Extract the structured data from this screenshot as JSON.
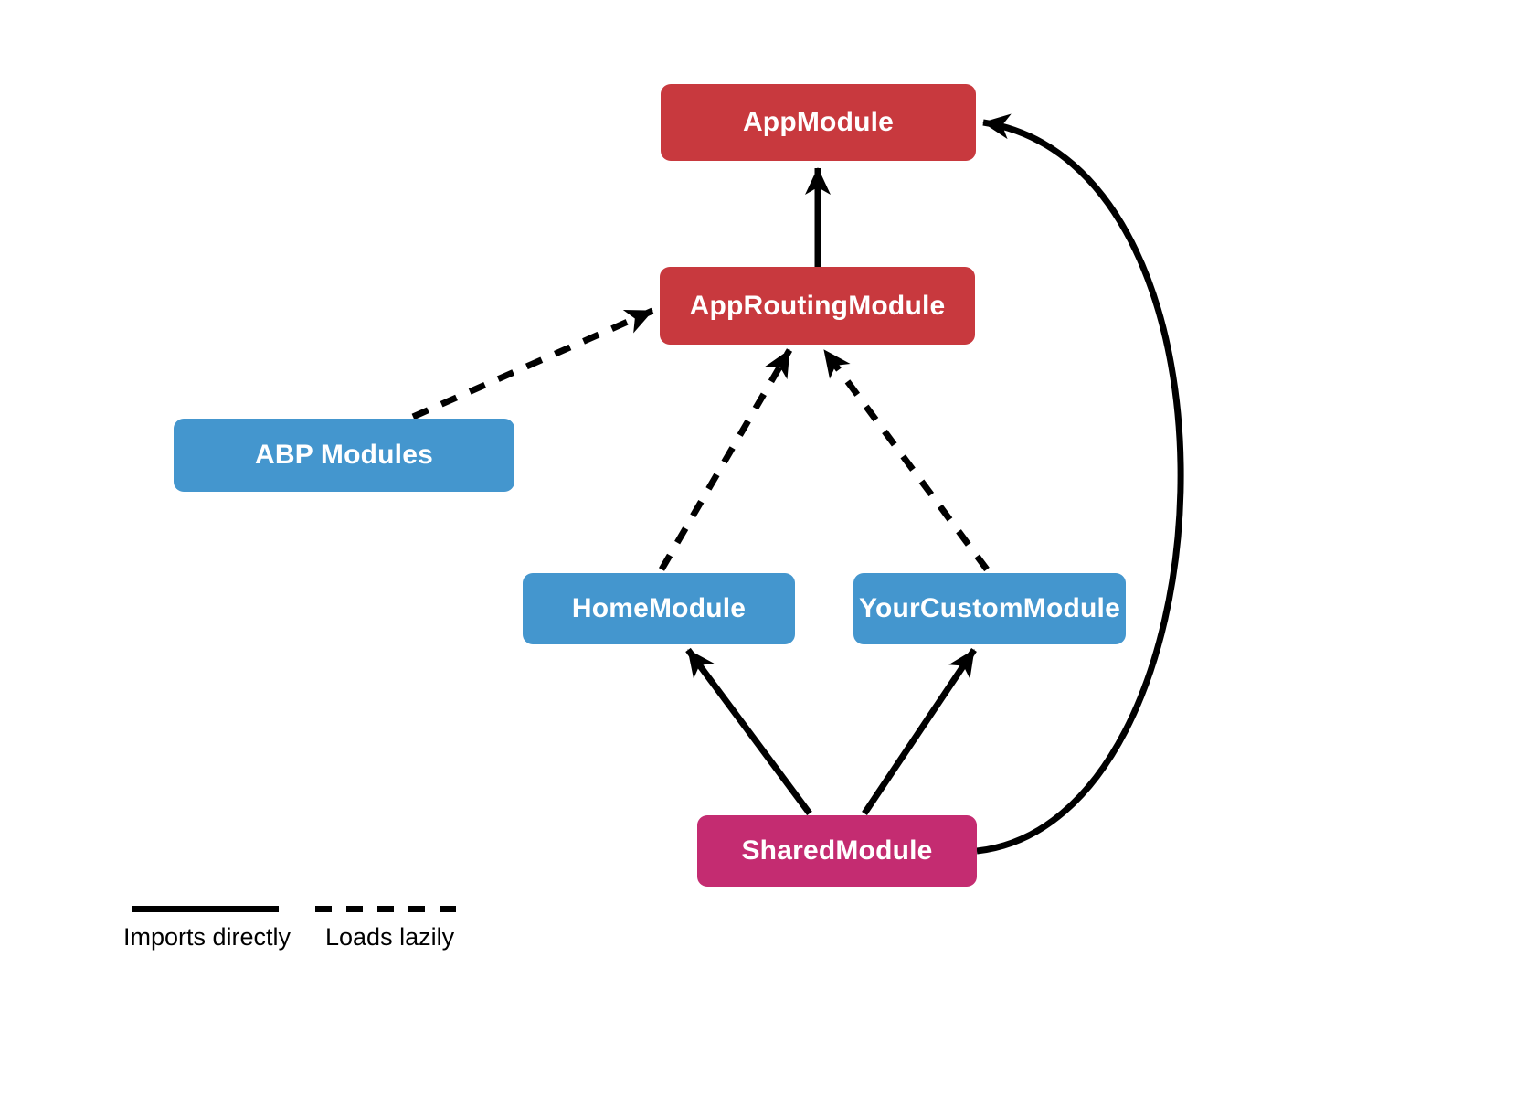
{
  "canvas": {
    "background": "#ffffff"
  },
  "diagram": {
    "edge_color": "#000000",
    "nodes": [
      {
        "id": "app-module",
        "label": "AppModule",
        "color": "#c8393e",
        "text_color": "#ffffff"
      },
      {
        "id": "app-routing-module",
        "label": "AppRoutingModule",
        "color": "#c8393e",
        "text_color": "#ffffff"
      },
      {
        "id": "abp-modules",
        "label": "ABP Modules",
        "color": "#4496ce",
        "text_color": "#ffffff"
      },
      {
        "id": "home-module",
        "label": "HomeModule",
        "color": "#4496ce",
        "text_color": "#ffffff"
      },
      {
        "id": "your-custom-module",
        "label": "YourCustomModule",
        "color": "#4496ce",
        "text_color": "#ffffff"
      },
      {
        "id": "shared-module",
        "label": "SharedModule",
        "color": "#c42c71",
        "text_color": "#ffffff"
      }
    ],
    "edges": [
      {
        "from": "app-routing-module",
        "to": "app-module",
        "style": "solid",
        "meaning": "Imports directly"
      },
      {
        "from": "abp-modules",
        "to": "app-routing-module",
        "style": "dashed",
        "meaning": "Loads lazily"
      },
      {
        "from": "home-module",
        "to": "app-routing-module",
        "style": "dashed",
        "meaning": "Loads lazily"
      },
      {
        "from": "your-custom-module",
        "to": "app-routing-module",
        "style": "dashed",
        "meaning": "Loads lazily"
      },
      {
        "from": "shared-module",
        "to": "home-module",
        "style": "solid",
        "meaning": "Imports directly"
      },
      {
        "from": "shared-module",
        "to": "your-custom-module",
        "style": "solid",
        "meaning": "Imports directly"
      },
      {
        "from": "shared-module",
        "to": "app-module",
        "style": "solid",
        "curved": true,
        "meaning": "Imports directly"
      }
    ],
    "legend": [
      {
        "style": "solid",
        "label": "Imports directly"
      },
      {
        "style": "dashed",
        "label": "Loads lazily"
      }
    ]
  }
}
